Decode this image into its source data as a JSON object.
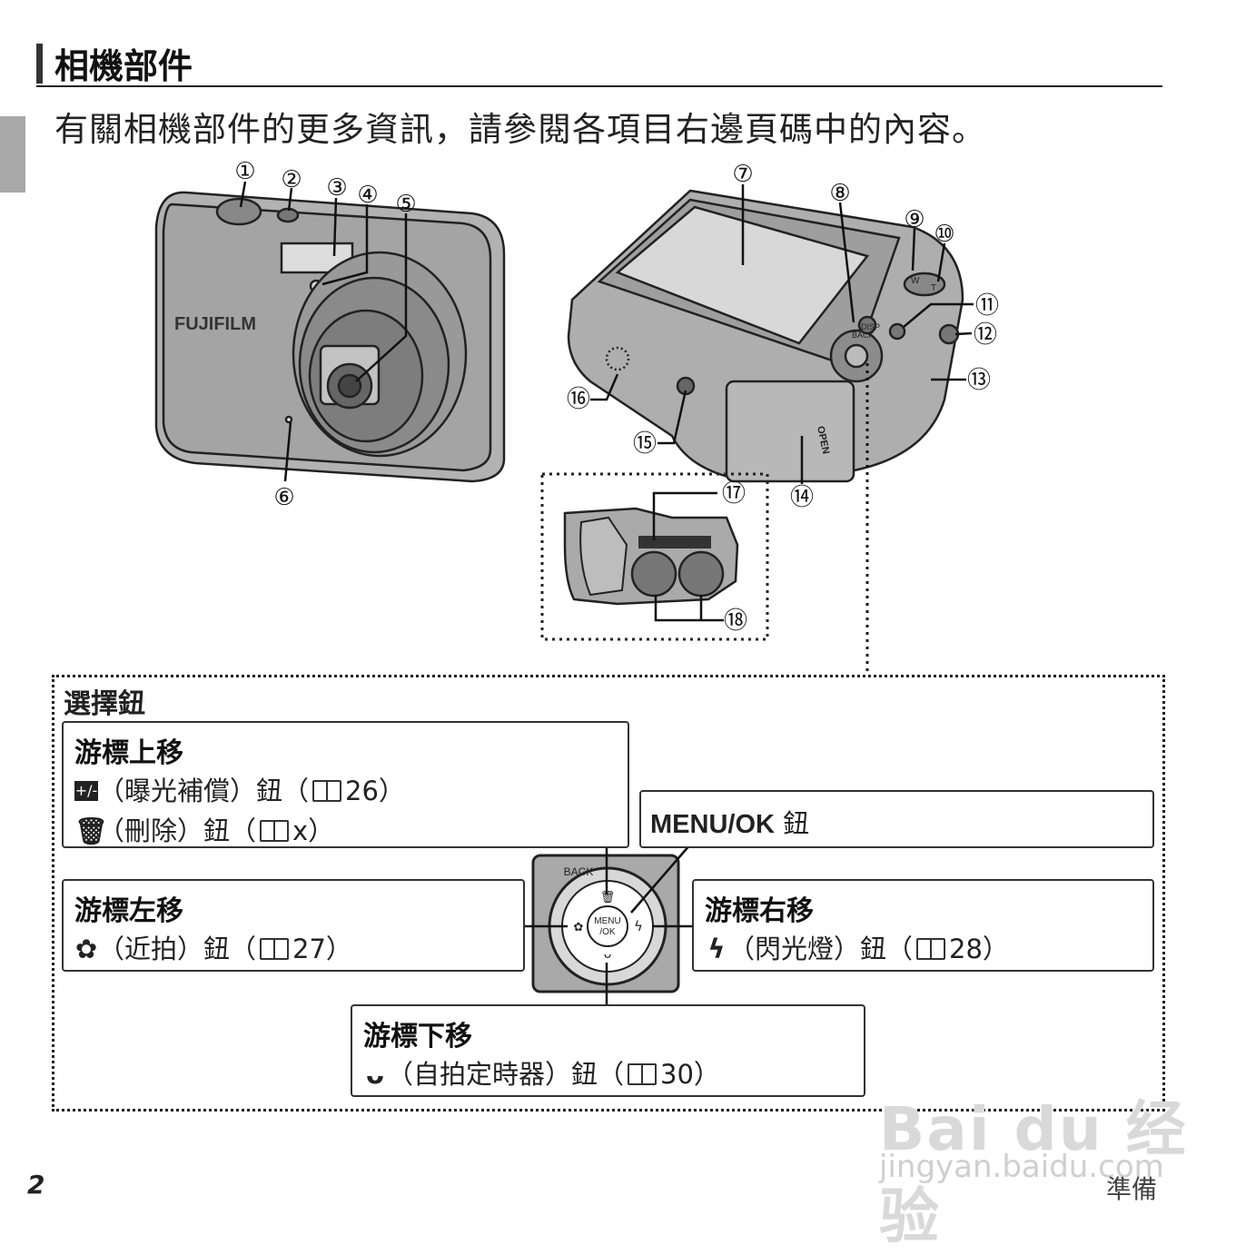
{
  "header": {
    "title": "相機部件"
  },
  "intro": "有關相機部件的更多資訊，請參閱各項目右邊頁碼中的內容。",
  "front_camera": {
    "brand": "FUJIFILM"
  },
  "callouts": [
    "①",
    "②",
    "③",
    "④",
    "⑤",
    "⑥",
    "⑦",
    "⑧",
    "⑨",
    "⑩",
    "⑪",
    "⑫",
    "⑬",
    "⑭",
    "⑮",
    "⑯",
    "⑰",
    "⑱"
  ],
  "back_camera": {
    "open_label": "OPEN",
    "disp_label": "DISP",
    "back_label": "BACK",
    "w_label": "W",
    "t_label": "T"
  },
  "selector": {
    "title": "選擇鈕",
    "up": {
      "heading": "游標上移",
      "line1_icon": "+/-",
      "line1_text": "（曝光補償）鈕（",
      "line1_page": "26）",
      "line2_icon": "🗑",
      "line2_text": "（刪除）鈕（",
      "line2_page": "x）"
    },
    "menu_ok": {
      "label": "MENU/OK",
      "suffix": " 鈕"
    },
    "left": {
      "heading": "游標左移",
      "icon": "✿",
      "text": "（近拍）鈕（",
      "page": "27）"
    },
    "right": {
      "heading": "游標右移",
      "icon": "ϟ",
      "text": "（閃光燈）鈕（",
      "page": "28）"
    },
    "down": {
      "heading": "游標下移",
      "icon": "ᴗ",
      "text": "（自拍定時器）鈕（",
      "page": "30）"
    },
    "dial_center": "MENU\n/OK",
    "dial_back": "BACK"
  },
  "footer": {
    "page_number": "2",
    "section": "準備"
  },
  "watermark": {
    "logo": "Bai du 经验",
    "url": "jingyan.baidu.com"
  }
}
